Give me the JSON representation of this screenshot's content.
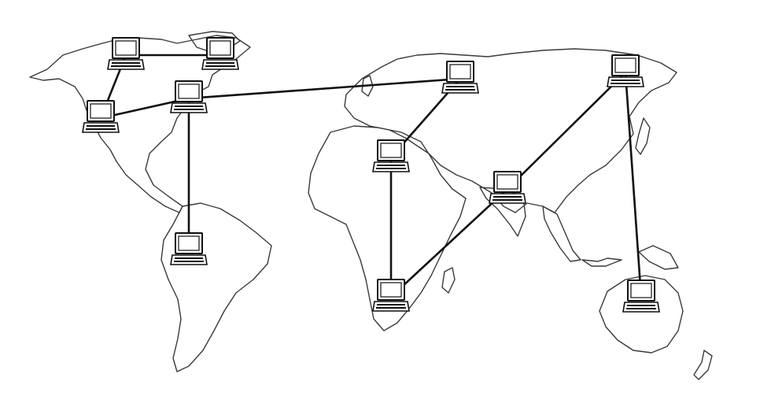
{
  "diagram": {
    "type": "network-map",
    "node_icon": "laptop-computer-icon",
    "colors": {
      "line": "#111111",
      "coast": "#3a3a3a",
      "background": "#ffffff"
    },
    "nodes": [
      {
        "id": "canada-west"
      },
      {
        "id": "canada-east"
      },
      {
        "id": "usa-west"
      },
      {
        "id": "usa-east"
      },
      {
        "id": "south-america"
      },
      {
        "id": "europe"
      },
      {
        "id": "north-africa"
      },
      {
        "id": "south-africa"
      },
      {
        "id": "india"
      },
      {
        "id": "east-asia"
      },
      {
        "id": "australia"
      }
    ],
    "edges": [
      [
        "canada-west",
        "canada-east"
      ],
      [
        "canada-west",
        "usa-west"
      ],
      [
        "usa-west",
        "usa-east"
      ],
      [
        "usa-east",
        "europe"
      ],
      [
        "usa-east",
        "south-america"
      ],
      [
        "europe",
        "north-africa"
      ],
      [
        "north-africa",
        "south-africa"
      ],
      [
        "south-africa",
        "india"
      ],
      [
        "india",
        "east-asia"
      ],
      [
        "east-asia",
        "australia"
      ]
    ]
  }
}
